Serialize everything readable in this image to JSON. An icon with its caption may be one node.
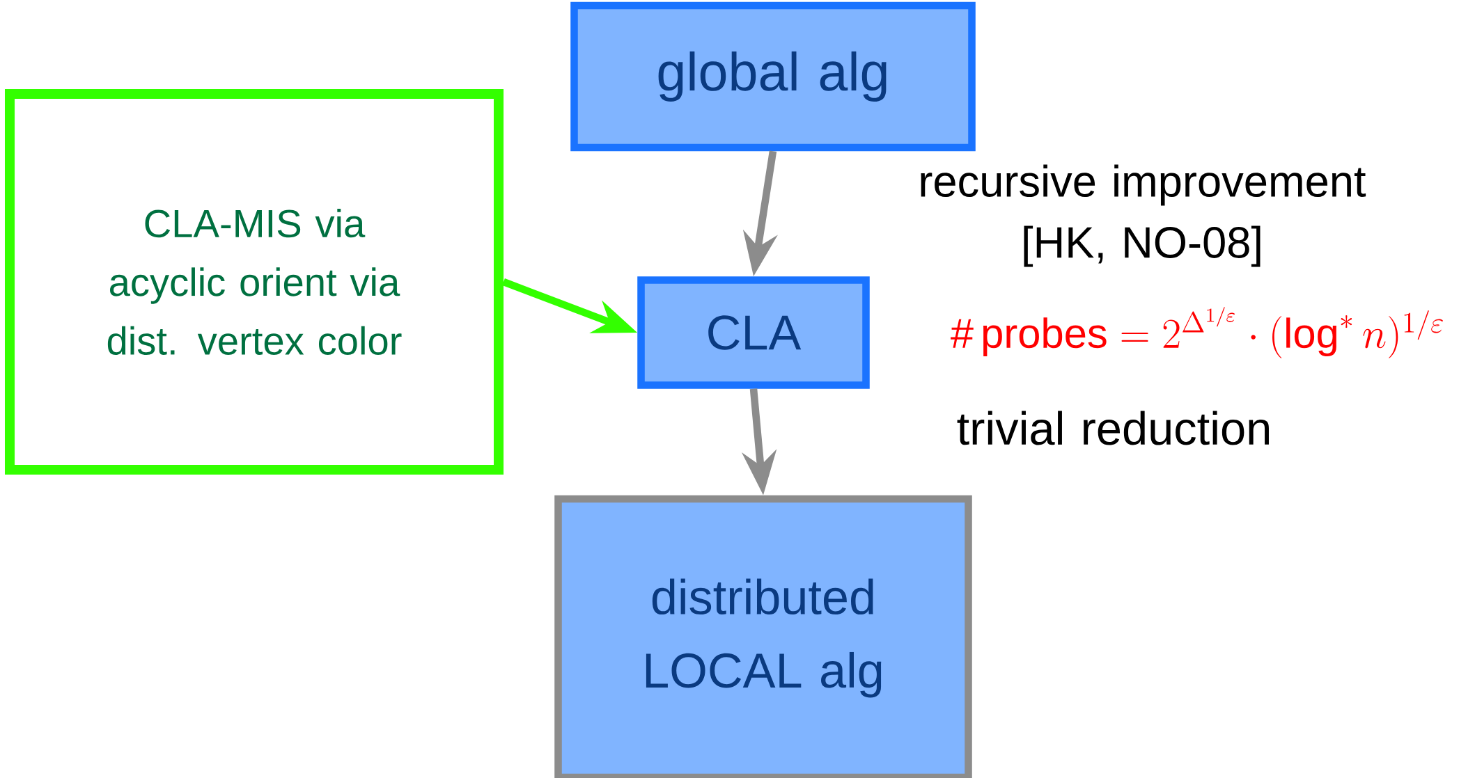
{
  "diagram": {
    "nodes": [
      {
        "text": [
          "global alg"
        ]
      },
      {
        "text": [
          "CLA"
        ]
      },
      {
        "text": [
          "distributed LOCAL alg"
        ]
      },
      {
        "text": [
          "CLA-MIS via acyclic orient via dist. vertex color"
        ]
      }
    ],
    "edges": [
      {
        "from": 0,
        "to": 1,
        "arrow": "to",
        "label": "recursive improvement [HK, NO-08]"
      },
      {
        "from": 1,
        "to": 2,
        "arrow": "to",
        "label": "trivial reduction"
      },
      {
        "from": 3,
        "to": 1,
        "arrow": "to",
        "color": "#33ff00"
      }
    ],
    "labels": [
      "\\#\\,\\mathrm{probes} = 2^{\\Delta^{1/\\varepsilon}}\\cdot(\\log^{*} n)^{1/\\varepsilon}"
    ]
  }
}
